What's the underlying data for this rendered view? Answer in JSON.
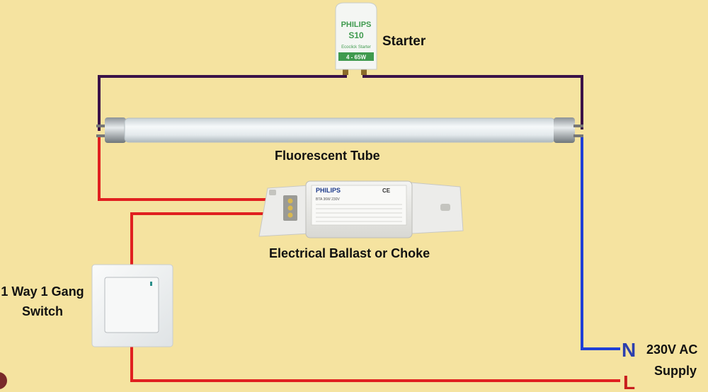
{
  "labels": {
    "starter": "Starter",
    "tube": "Fluorescent Tube",
    "ballast": "Electrical Ballast or Choke",
    "switch_line1": "1 Way 1 Gang",
    "switch_line2": "Switch",
    "supply_line1": "230V AC",
    "supply_line2": "Supply",
    "neutral": "N",
    "live": "L"
  },
  "starter_print": {
    "brand": "PHILIPS",
    "model": "S10",
    "line1": "Ecoclick Starter",
    "rating": "4 - 65W"
  },
  "ballast_print": {
    "brand": "PHILIPS",
    "mark": "CE",
    "model": "BTA 36W 230V"
  },
  "colors": {
    "background": "#f5e3a0",
    "live_wire": "#e02020",
    "neutral_wire": "#1f3fd6",
    "starter_wire": "#3a1248",
    "neutral_letter": "#2c3fae",
    "live_letter": "#c81e1e"
  }
}
